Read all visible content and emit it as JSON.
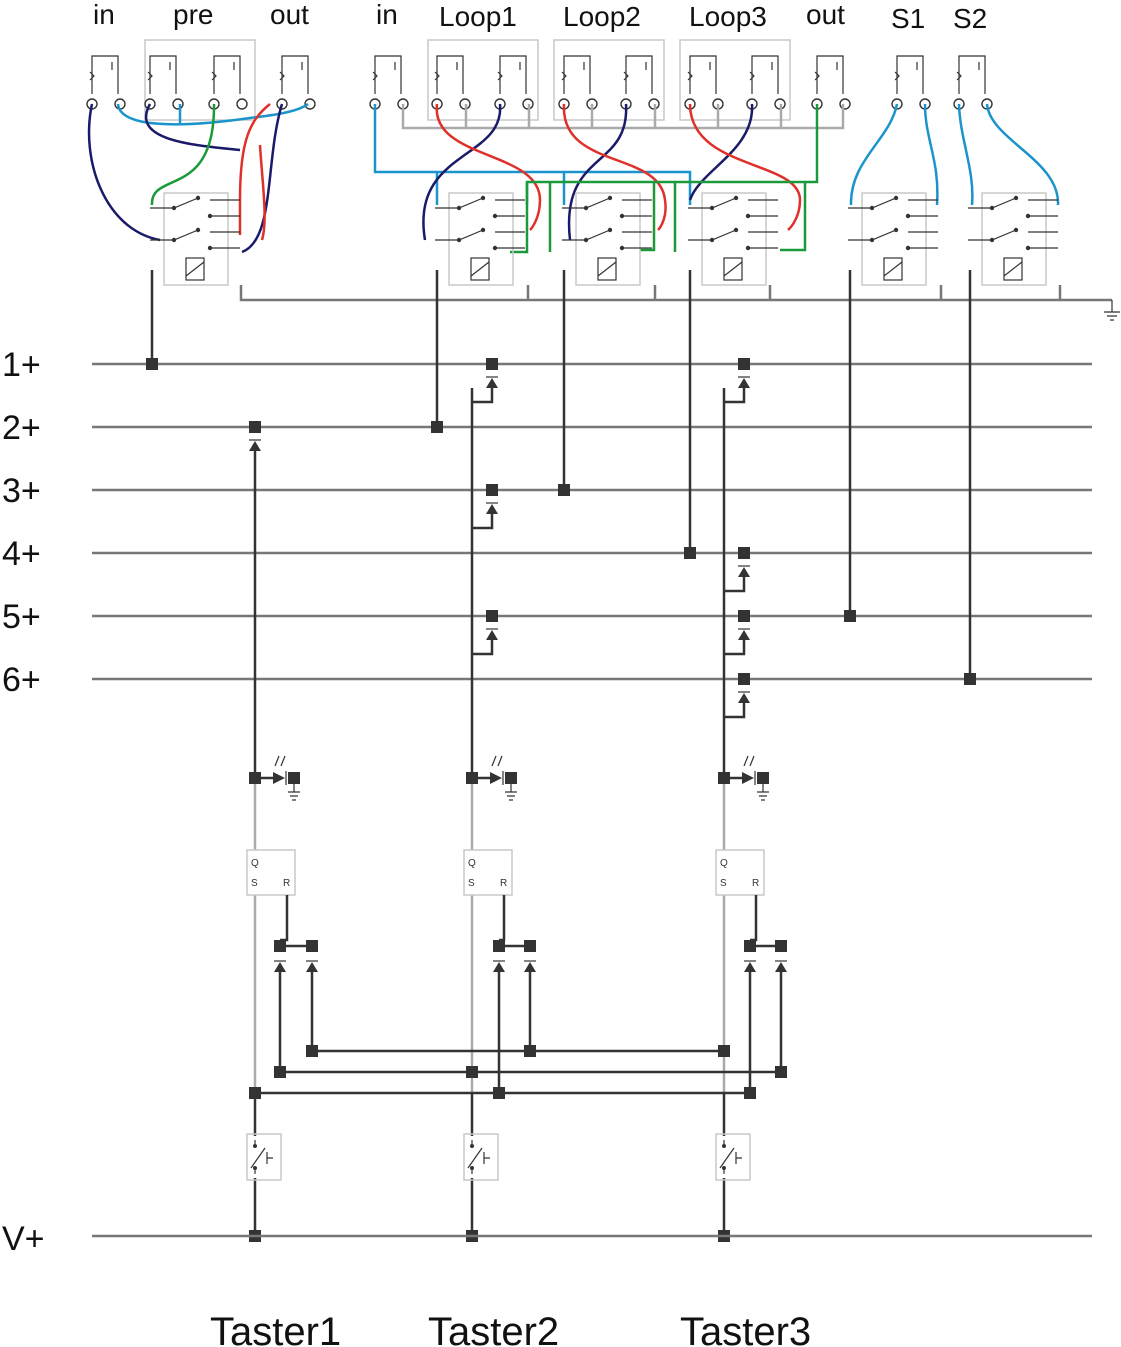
{
  "jack_labels": {
    "fx_in": "in",
    "fx_pre": "pre",
    "fx_out": "out",
    "loop_in": "in",
    "loop1": "Loop1",
    "loop2": "Loop2",
    "loop3": "Loop3",
    "loop_out": "out",
    "s1": "S1",
    "s2": "S2"
  },
  "rails": [
    "1+",
    "2+",
    "3+",
    "4+",
    "5+",
    "6+"
  ],
  "supply_label": "V+",
  "buttons": [
    "Taster1",
    "Taster2",
    "Taster3"
  ],
  "flipflop_pins": {
    "q": "Q",
    "s": "S",
    "r": "R"
  },
  "colors": {
    "wire_dark": "#333333",
    "wire_blue": "#1b94cc",
    "wire_red": "#e0302a",
    "wire_green": "#1a9a3a",
    "wire_navy": "#1a1a6a",
    "component_box": "#c8c8c8"
  }
}
